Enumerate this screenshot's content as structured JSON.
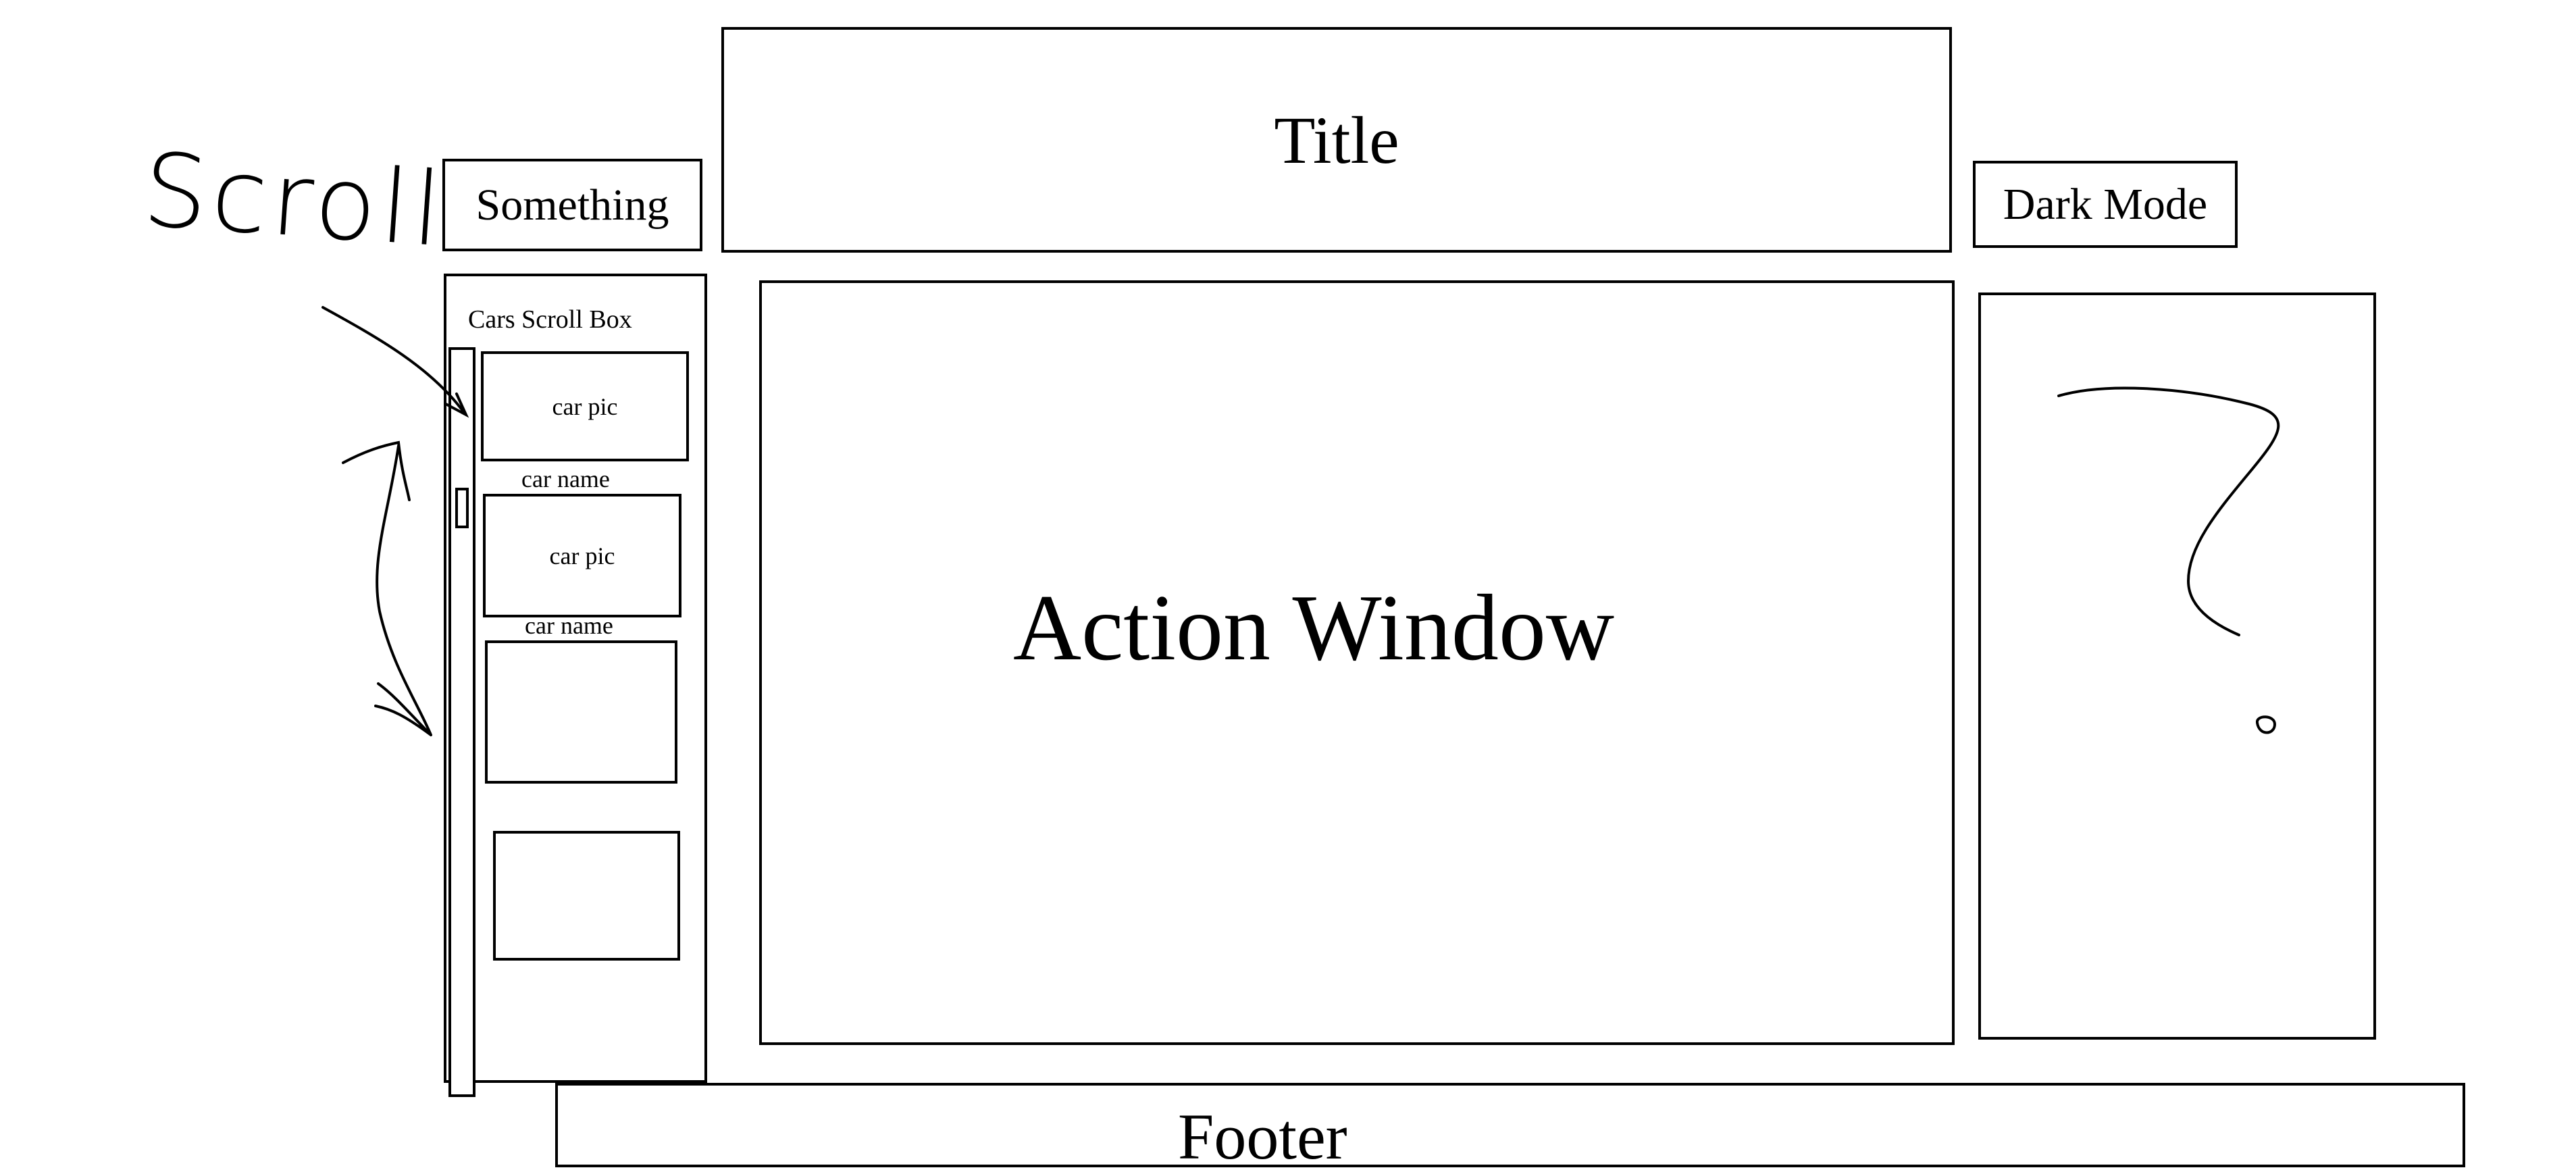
{
  "header": {
    "title": "Title",
    "something_button": "Something",
    "dark_mode_button": "Dark Mode"
  },
  "sidebar": {
    "heading": "Cars Scroll Box",
    "cards": [
      {
        "pic": "car pic",
        "name": "car name"
      },
      {
        "pic": "car pic",
        "name": "car name"
      },
      {
        "pic": "",
        "name": ""
      },
      {
        "pic": "",
        "name": ""
      }
    ]
  },
  "main": {
    "action_window": "Action Window"
  },
  "right_panel": {
    "mark": "?"
  },
  "footer": {
    "label": "Footer"
  },
  "annotations": {
    "scroll": "Scroll"
  },
  "icons": {
    "scroll_arrow": "arrow-icon",
    "scroll_direction": "up-down-arrow-icon",
    "question_mark": "question-mark-icon"
  }
}
